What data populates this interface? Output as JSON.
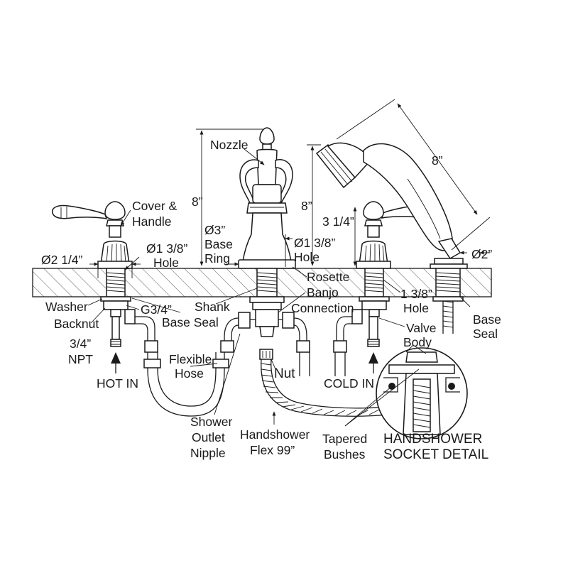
{
  "labels": {
    "nozzle": "Nozzle",
    "cover_handle": [
      "Cover &",
      "Handle"
    ],
    "height_spout": "8”",
    "height_handshower": "8”",
    "length_handshower": "8”",
    "height_rise": "3 1/4”",
    "base_ring": [
      "Ø3”",
      "Base",
      "Ring"
    ],
    "hole_spout": [
      "Ø1 3/8”",
      "Hole"
    ],
    "diam_handle": "Ø2 1/4”",
    "hole_handle": [
      "Ø1 3/8”",
      "Hole"
    ],
    "diam_handshower": "Ø2”",
    "rosette": "Rosette",
    "banjo": [
      "Banjo",
      "Connection"
    ],
    "hole_right": [
      "1 3/8”",
      "Hole"
    ],
    "washer": "Washer",
    "backnut": "Backnut",
    "g34": "G3/4”",
    "shank": "Shank",
    "base_seal_left": "Base Seal",
    "base_seal_right": [
      "Base",
      "Seal"
    ],
    "valve_body": [
      "Valve",
      "Body"
    ],
    "npt": [
      "3/4”",
      "NPT"
    ],
    "hot_in": "HOT IN",
    "cold_in": "COLD IN",
    "flexible_hose": [
      "Flexible",
      "Hose"
    ],
    "nut": "Nut",
    "shower_outlet": [
      "Shower",
      "Outlet",
      "Nipple"
    ],
    "handshower_flex": [
      "Handshower",
      "Flex 99”"
    ],
    "tapered_bushes": [
      "Tapered",
      "Bushes"
    ],
    "socket_detail": [
      "HANDSHOWER",
      "SOCKET DETAIL"
    ]
  },
  "colors": {
    "line": "#1a1a1a",
    "background": "#ffffff"
  }
}
